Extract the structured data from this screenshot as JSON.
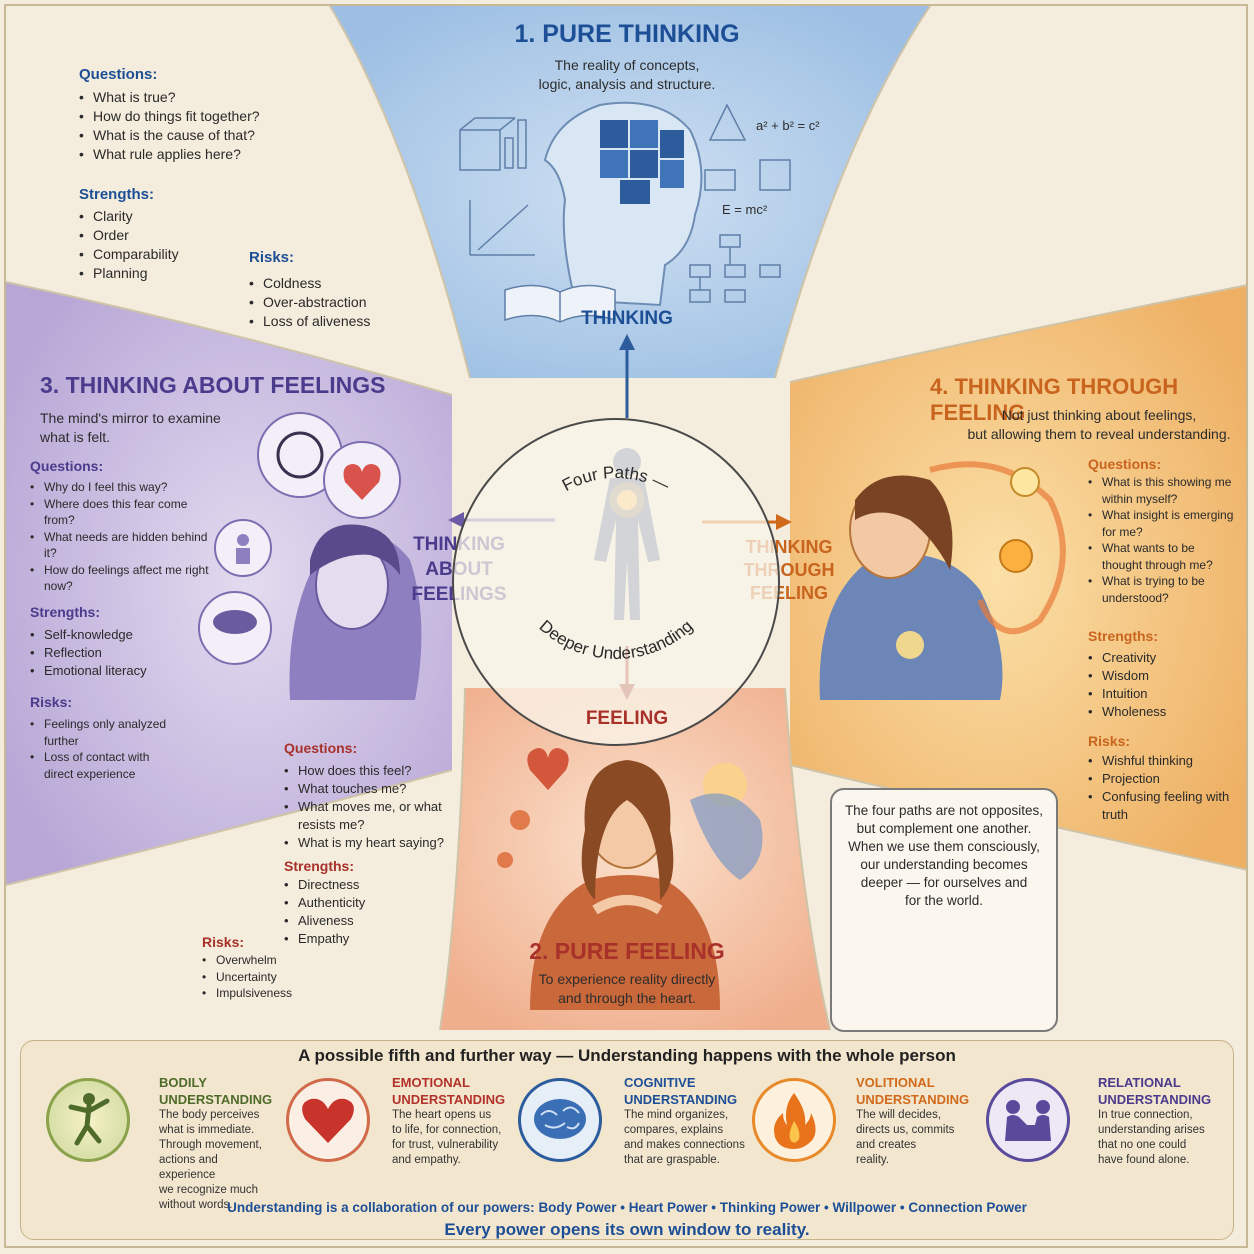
{
  "pure_thinking": {
    "title": "1. PURE THINKING",
    "subtitle_line1": "The reality of concepts,",
    "subtitle_line2": "logic, analysis and structure.",
    "formula1": "a² + b² = c²",
    "formula2": "E = mc²",
    "label": "THINKING",
    "questions_head": "Questions:",
    "questions": [
      "What is true?",
      "How do things fit together?",
      "What is the cause of that?",
      "What rule applies here?"
    ],
    "strengths_head": "Strengths:",
    "strengths": [
      "Clarity",
      "Order",
      "Comparability",
      "Planning"
    ],
    "risks_head": "Risks:",
    "risks": [
      "Coldness",
      "Over-abstraction",
      "Loss of aliveness"
    ]
  },
  "thinking_about_feelings": {
    "title": "3. THINKING ABOUT FEELINGS",
    "subtitle_line1": "The mind's mirror to examine",
    "subtitle_line2": "what is felt.",
    "label_line1": "THINKING",
    "label_line2": "ABOUT",
    "label_line3": "FEELINGS",
    "questions_head": "Questions:",
    "questions": [
      "Why do I feel this way?",
      "Where does this fear come from?",
      "What needs are hidden behind it?",
      "How do feelings affect me right now?"
    ],
    "strengths_head": "Strengths:",
    "strengths": [
      "Self-knowledge",
      "Reflection",
      "Emotional literacy"
    ],
    "risks_head": "Risks:",
    "risks": [
      "Feelings only analyzed further",
      "Loss of contact with direct experience"
    ]
  },
  "thinking_through_feeling": {
    "title": "4. THINKING THROUGH FEELING",
    "subtitle_line1": "Not just thinking about feelings,",
    "subtitle_line2": "but allowing them to reveal understanding.",
    "label_line1": "THINKING",
    "label_line2": "THROUGH",
    "label_line3": "FEELING",
    "questions_head": "Questions:",
    "questions": [
      "What is this showing me within myself?",
      "What insight is emerging for me?",
      "What wants to be thought through me?",
      "What is trying to be understood?"
    ],
    "strengths_head": "Strengths:",
    "strengths": [
      "Creativity",
      "Wisdom",
      "Intuition",
      "Wholeness"
    ],
    "risks_head": "Risks:",
    "risks": [
      "Wishful thinking",
      "Projection",
      "Confusing feeling with truth"
    ]
  },
  "pure_feeling": {
    "title": "2. PURE FEELING",
    "subtitle_line1": "To experience reality directly",
    "subtitle_line2": "and through the heart.",
    "label": "FEELING",
    "questions_head": "Questions:",
    "questions": [
      "How does this feel?",
      "What touches me?",
      "What moves me, or what resists me?",
      "What is my heart saying?"
    ],
    "strengths_head": "Strengths:",
    "strengths": [
      "Directness",
      "Authenticity",
      "Aliveness",
      "Empathy"
    ],
    "risks_head": "Risks:",
    "risks": [
      "Overwhelm",
      "Uncertainty",
      "Impulsiveness"
    ]
  },
  "center": {
    "top_text": "Four Paths —",
    "bottom_text": "Deeper Understanding"
  },
  "complement": {
    "text_lines": [
      "The four paths are not opposites,",
      "but complement one another.",
      "When we use them consciously,",
      "our understanding becomes",
      "deeper — for ourselves and",
      "for the world."
    ]
  },
  "fifth_way": {
    "title": "A possible fifth and further way — Understanding happens with the whole person",
    "items": [
      {
        "title_line1": "BODILY",
        "title_line2": "UNDERSTANDING",
        "text": [
          "The body perceives",
          "what is immediate.",
          "Through movement,",
          "actions and experience",
          "we recognize much",
          "without words."
        ],
        "icon": "dancing-figure-icon",
        "color": "#4e6b2a"
      },
      {
        "title_line1": "EMOTIONAL",
        "title_line2": "UNDERSTANDING",
        "text": [
          "The heart opens us",
          "to life, for connection,",
          "for trust, vulnerability",
          "and empathy."
        ],
        "icon": "heart-icon",
        "color": "#b2322a"
      },
      {
        "title_line1": "COGNITIVE",
        "title_line2": "UNDERSTANDING",
        "text": [
          "The mind organizes,",
          "compares, explains",
          "and makes connections",
          "that are graspable."
        ],
        "icon": "brain-icon",
        "color": "#1d4f96"
      },
      {
        "title_line1": "VOLITIONAL",
        "title_line2": "UNDERSTANDING",
        "text": [
          "The will decides,",
          "directs us, commits",
          "and creates",
          "reality."
        ],
        "icon": "flame-icon",
        "color": "#d06a1a"
      },
      {
        "title_line1": "RELATIONAL",
        "title_line2": "UNDERSTANDING",
        "text": [
          "In true connection,",
          "understanding arises",
          "that no one could",
          "have found alone."
        ],
        "icon": "handshake-icon",
        "color": "#4b3b8c"
      }
    ],
    "powers_intro": "Understanding is a collaboration of our powers:",
    "powers": [
      "Body Power",
      "Heart Power",
      "Thinking Power",
      "Willpower",
      "Connection Power"
    ],
    "closing": "Every power opens its own window to reality."
  },
  "colors": {
    "blue": "#1d4f96",
    "purple": "#4b3b8c",
    "orange": "#c8641e",
    "red": "#a8312a"
  }
}
